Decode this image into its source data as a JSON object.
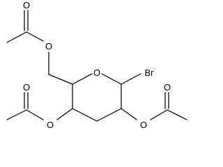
{
  "molecule": {
    "atoms": {
      "ring_oxygen": "O",
      "bromine": "Br",
      "acetyl_top_carbonyl_oxygen": "O",
      "acetyl_top_ester_oxygen": "O",
      "acetyl_left_carbonyl_oxygen": "O",
      "acetyl_left_ester_oxygen": "O",
      "acetyl_right_carbonyl_oxygen": "O",
      "acetyl_right_ester_oxygen": "O"
    }
  }
}
